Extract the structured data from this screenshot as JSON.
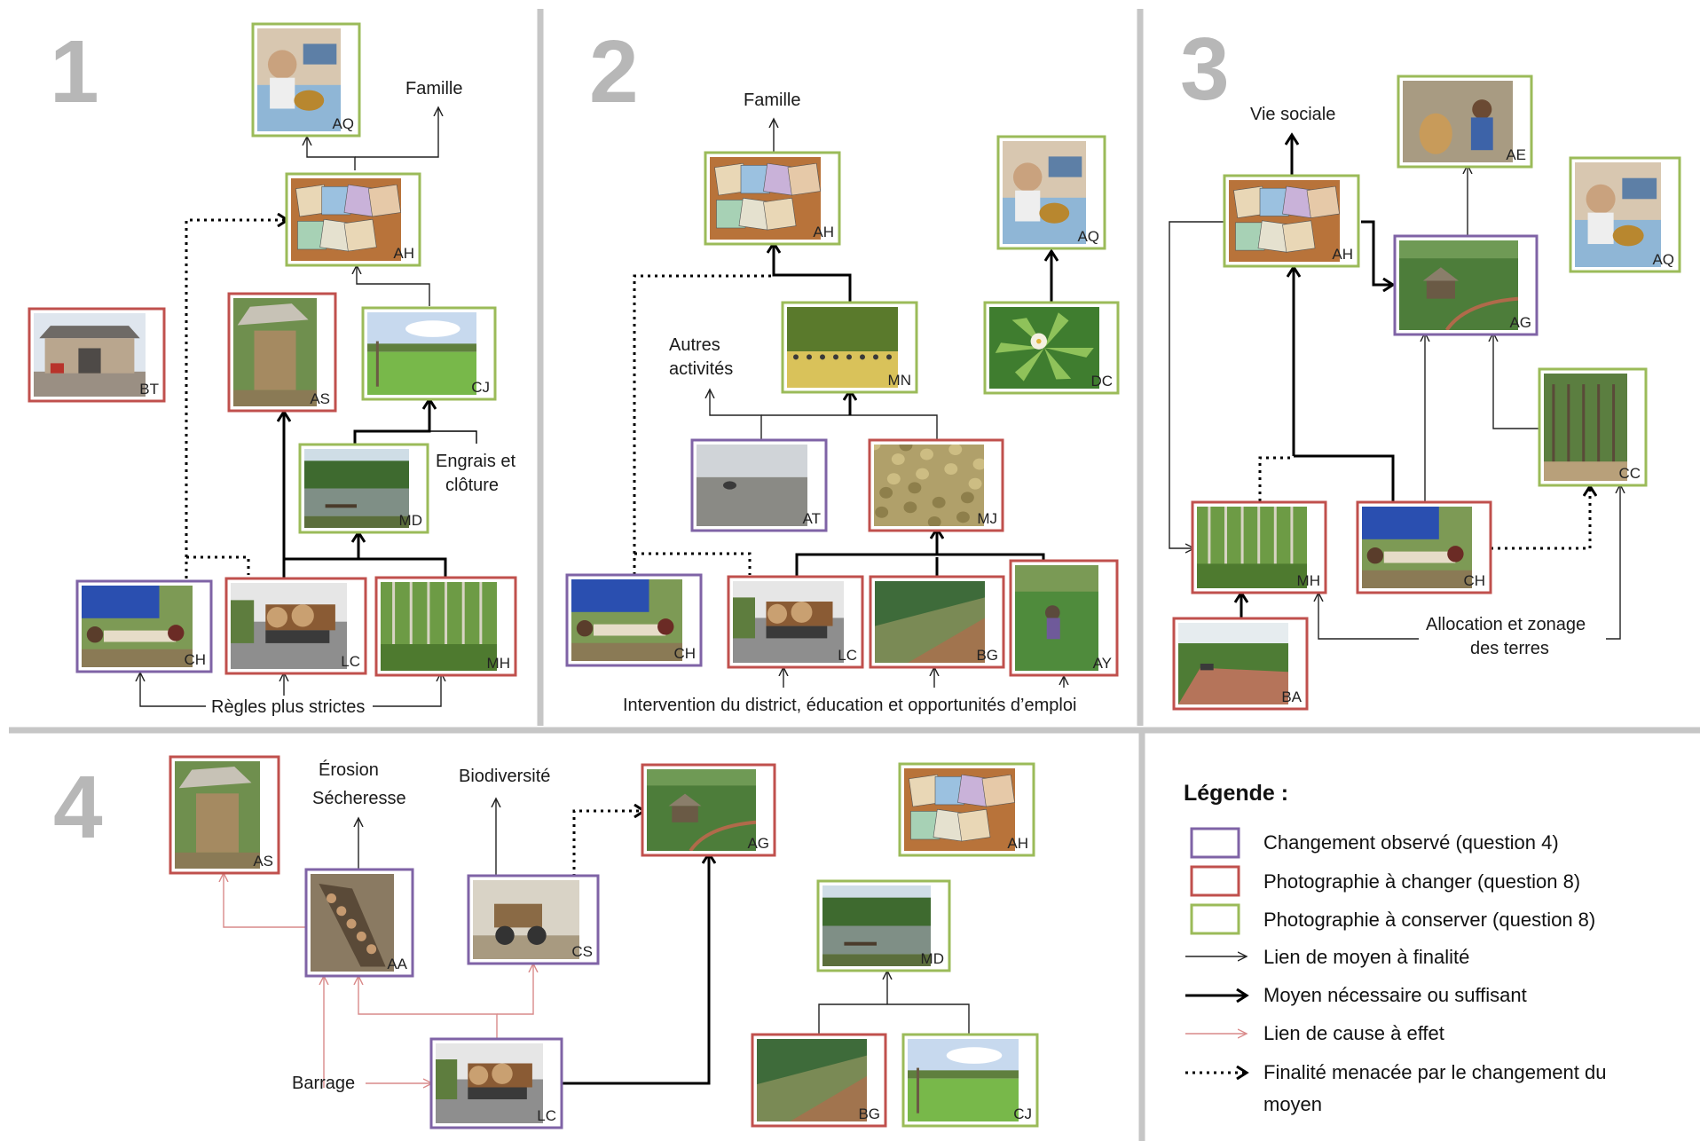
{
  "colors": {
    "observed": "#7f63a6",
    "change": "#c0504d",
    "keep": "#9bbb59",
    "panel_divider": "#c6c6c6",
    "panel_number": "#b7b7b7",
    "cause_link": "#d98a8a"
  },
  "panels": [
    {
      "number": "1",
      "labels": {
        "famille": "Famille",
        "engrais_l1": "Engrais et",
        "engrais_l2": "clôture",
        "regles": "Règles plus strictes"
      },
      "photos": {
        "AQ": {
          "code": "AQ",
          "frame": "keep",
          "scene": "ceremony"
        },
        "AH": {
          "code": "AH",
          "frame": "keep",
          "scene": "banknotes"
        },
        "BT": {
          "code": "BT",
          "frame": "change",
          "scene": "house"
        },
        "AS": {
          "code": "AS",
          "frame": "change",
          "scene": "hut"
        },
        "CJ": {
          "code": "CJ",
          "frame": "keep",
          "scene": "ricefield"
        },
        "MD": {
          "code": "MD",
          "frame": "keep",
          "scene": "river"
        },
        "CH": {
          "code": "CH",
          "frame": "observed",
          "scene": "sawing"
        },
        "LC": {
          "code": "LC",
          "frame": "change",
          "scene": "truck"
        },
        "MH": {
          "code": "MH",
          "frame": "change",
          "scene": "forest"
        }
      }
    },
    {
      "number": "2",
      "labels": {
        "famille": "Famille",
        "autres_l1": "Autres",
        "autres_l2": "activités",
        "intervention": "Intervention du district, éducation et opportunités d’emploi"
      },
      "photos": {
        "AH": {
          "code": "AH",
          "frame": "keep",
          "scene": "banknotes"
        },
        "AQ": {
          "code": "AQ",
          "frame": "keep",
          "scene": "ceremony"
        },
        "MN": {
          "code": "MN",
          "frame": "keep",
          "scene": "gathering"
        },
        "DC": {
          "code": "DC",
          "frame": "keep",
          "scene": "flower"
        },
        "AT": {
          "code": "AT",
          "frame": "observed",
          "scene": "plough"
        },
        "MJ": {
          "code": "MJ",
          "frame": "change",
          "scene": "nuts"
        },
        "CH": {
          "code": "CH",
          "frame": "observed",
          "scene": "sawing"
        },
        "LC": {
          "code": "LC",
          "frame": "change",
          "scene": "truck"
        },
        "BG": {
          "code": "BG",
          "frame": "change",
          "scene": "slope"
        },
        "AY": {
          "code": "AY",
          "frame": "change",
          "scene": "farmer"
        }
      }
    },
    {
      "number": "3",
      "labels": {
        "vie_sociale": "Vie sociale",
        "allocation_l1": "Allocation et zonage",
        "allocation_l2": "des terres"
      },
      "photos": {
        "AH": {
          "code": "AH",
          "frame": "keep",
          "scene": "banknotes"
        },
        "AE": {
          "code": "AE",
          "frame": "keep",
          "scene": "people"
        },
        "AQ": {
          "code": "AQ",
          "frame": "keep",
          "scene": "ceremony"
        },
        "AG": {
          "code": "AG",
          "frame": "observed",
          "scene": "village"
        },
        "CC": {
          "code": "CC",
          "frame": "keep",
          "scene": "woods"
        },
        "MH": {
          "code": "MH",
          "frame": "change",
          "scene": "forest"
        },
        "CH": {
          "code": "CH",
          "frame": "change",
          "scene": "sawing"
        },
        "BA": {
          "code": "BA",
          "frame": "change",
          "scene": "road"
        }
      }
    },
    {
      "number": "4",
      "labels": {
        "erosion": "Érosion",
        "secheresse": "Sécheresse",
        "biodiversite": "Biodiversité",
        "barrage": "Barrage"
      },
      "photos": {
        "AS": {
          "code": "AS",
          "frame": "change",
          "scene": "hut"
        },
        "AA": {
          "code": "AA",
          "frame": "observed",
          "scene": "boat"
        },
        "CS": {
          "code": "CS",
          "frame": "observed",
          "scene": "tractor"
        },
        "AG": {
          "code": "AG",
          "frame": "change",
          "scene": "village"
        },
        "AH": {
          "code": "AH",
          "frame": "keep",
          "scene": "banknotes"
        },
        "MD": {
          "code": "MD",
          "frame": "keep",
          "scene": "river"
        },
        "LC": {
          "code": "LC",
          "frame": "observed",
          "scene": "truck"
        },
        "BG": {
          "code": "BG",
          "frame": "change",
          "scene": "slope"
        },
        "CJ": {
          "code": "CJ",
          "frame": "keep",
          "scene": "ricefield"
        }
      }
    }
  ],
  "legend": {
    "title": "Légende :",
    "items": [
      {
        "kind": "box-observed",
        "text": "Changement observé (question 4)"
      },
      {
        "kind": "box-change",
        "text": "Photographie à changer (question 8)"
      },
      {
        "kind": "box-keep",
        "text": "Photographie à conserver (question 8)"
      },
      {
        "kind": "thin-arrow",
        "text": "Lien de moyen à finalité"
      },
      {
        "kind": "bold-arrow",
        "text": "Moyen nécessaire ou suffisant"
      },
      {
        "kind": "red-arrow",
        "text": "Lien de cause à effet"
      },
      {
        "kind": "dotted-arrow",
        "text": "Finalité menacée par le changement du",
        "text2": "moyen"
      }
    ]
  }
}
